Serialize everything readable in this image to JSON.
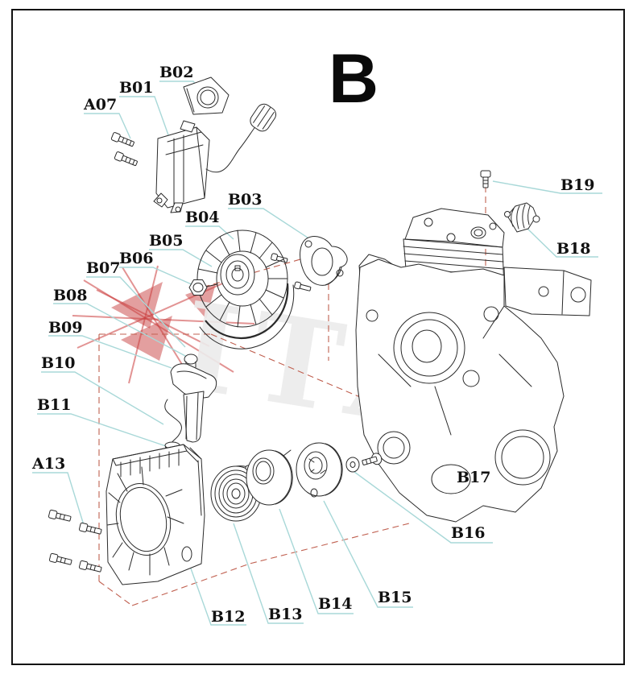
{
  "section": {
    "letter": "B"
  },
  "watermark": {
    "text": "ITAL",
    "logo_color": "#cc3b3b",
    "text_color": "#ececec"
  },
  "colors": {
    "line": "#2a2a2a",
    "leader": "#a8d8d8",
    "dash_red": "#c06050",
    "label_text": "#111111",
    "background": "#ffffff"
  },
  "labels": [
    {
      "text": "A07"
    },
    {
      "text": "B01"
    },
    {
      "text": "B02"
    },
    {
      "text": "B03"
    },
    {
      "text": "B04"
    },
    {
      "text": "B05"
    },
    {
      "text": "B06"
    },
    {
      "text": "B07"
    },
    {
      "text": "B08"
    },
    {
      "text": "B09"
    },
    {
      "text": "B10"
    },
    {
      "text": "B11"
    },
    {
      "text": "A13"
    },
    {
      "text": "B12"
    },
    {
      "text": "B13"
    },
    {
      "text": "B14"
    },
    {
      "text": "B15"
    },
    {
      "text": "B16"
    },
    {
      "text": "B17"
    },
    {
      "text": "B18"
    },
    {
      "text": "B19"
    }
  ]
}
